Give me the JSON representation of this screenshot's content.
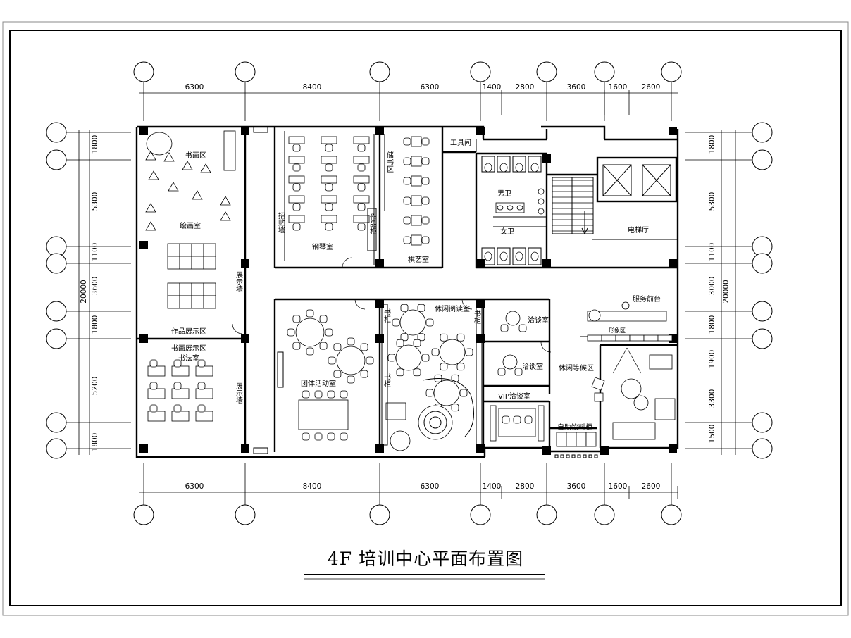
{
  "title": "4F 培训中心平面布置图",
  "dimensions": {
    "horizontal_top": [
      "6300",
      "8400",
      "6300",
      "1400",
      "2800",
      "3600",
      "1600",
      "2600"
    ],
    "horizontal_bottom": [
      "6300",
      "8400",
      "6300",
      "1400",
      "2800",
      "3600",
      "1600",
      "2600"
    ],
    "vertical_left": [
      "1800",
      "5300",
      "1100",
      "3600",
      "1800",
      "5200",
      "1800"
    ],
    "vertical_right": [
      "1800",
      "5300",
      "1100",
      "3000",
      "1800",
      "1900",
      "3300",
      "1500"
    ],
    "total_left": "20000",
    "total_right": "20000"
  },
  "rooms": {
    "hall_label": "书画区",
    "painting": "绘画室",
    "painting_display": "作品展示区",
    "calligraphy_display": "书画展示区",
    "calligraphy": "书法室",
    "display_board_1": "展示墙",
    "display_board_2": "展示墙",
    "piano": "钢琴室",
    "sculpt": "招贴墙",
    "storage": "作品柜",
    "chess": "棋艺室",
    "chess_shelf": "储书区",
    "toolroom": "工具间",
    "men": "男卫",
    "women": "女卫",
    "elevator": "电梯厅",
    "group": "团体活动室",
    "reading": "休闲阅读室",
    "bookshelf_1": "书柜",
    "bookshelf_2": "书柜",
    "bookshelf_3": "书柜",
    "talk1": "洽谈室",
    "talk2": "洽谈室",
    "vip": "VIP洽谈室",
    "service": "服务前台",
    "display_cabinet": "形象区",
    "lounge": "休闲等候区",
    "vending": "自助饮料柜"
  }
}
